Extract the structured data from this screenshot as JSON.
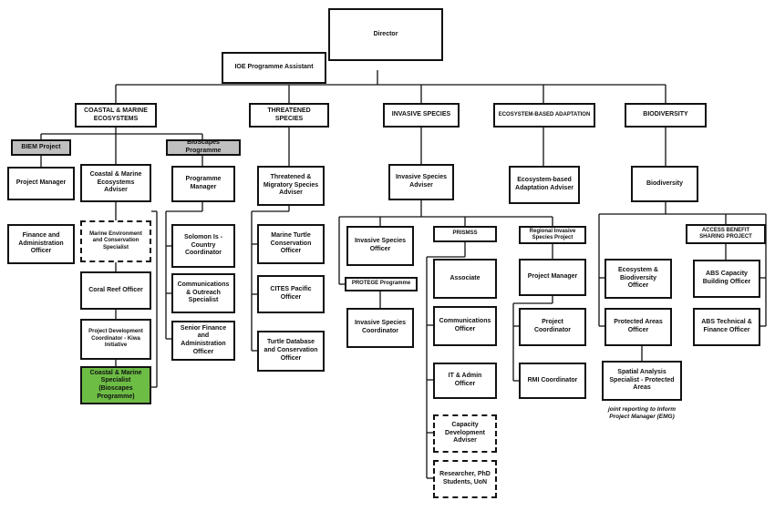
{
  "nodes": {
    "director": "Director",
    "ioe_assistant": "IOE Programme Assistant",
    "coastal_marine": "COASTAL & MARINE ECOSYSTEMS",
    "threatened_species": "THREATENED SPECIES",
    "invasive_species": "INVASIVE SPECIES",
    "eba": "ECOSYSTEM-BASED ADAPTATION",
    "biodiversity": "BIODIVERSITY",
    "biem_project": "BIEM Project",
    "bioscapes_programme": "BioScapes Programme",
    "biem_pm": "Project Manager",
    "finance_admin_officer": "Finance and Administration Officer",
    "cm_adviser": "Coastal & Marine Ecosystems Adviser",
    "marine_env_specialist": "Marine Environment and Conservation Specialist",
    "coral_reef_officer": "Coral Reef Officer",
    "pdc_kiwa": "Project Development Coordinator - Kiwa Initiative",
    "cm_specialist_bioscapes": "Coastal & Marine Specialist (Bioscapes Programme)",
    "programme_manager": "Programme Manager",
    "solomon_coordinator": "Solomon Is - Country Coordinator",
    "comms_outreach": "Communications & Outreach Specialist",
    "senior_finance": "Senior Finance and Administration Officer",
    "tms_adviser": "Threatened & Migratory Species Adviser",
    "marine_turtle_officer": "Marine Turtle Conservation Officer",
    "cites_officer": "CITES Pacific Officer",
    "turtle_db_officer": "Turtle Database and Conservation Officer",
    "is_adviser": "Invasive Species Adviser",
    "is_officer": "Invasive Species Officer",
    "protege": "PROTEGE Programme",
    "is_coordinator": "Invasive Species Coordinator",
    "prismss": "PRISMSS",
    "associate": "Associate",
    "comms_officer": "Communications Officer",
    "it_admin": "IT & Admin Officer",
    "capacity_adviser": "Capacity Development Adviser",
    "researcher": "Researcher, PhD Students, UoN",
    "ris_project": "Regional Invasive Species Project",
    "ris_pm": "Project Manager",
    "ris_coordinator": "Project Coordinator",
    "rmi_coordinator": "RMI Coordinator",
    "eba_adviser": "Ecosystem-based Adaptation Adviser",
    "bio_node": "Biodiversity",
    "eco_bio_officer": "Ecosystem & Biodiversity Officer",
    "pa_officer": "Protected Areas Officer",
    "spatial_specialist": "Spatial Analysis Specialist - Protected Areas",
    "abs_project": "ACCESS BENEFIT SHARING PROJECT",
    "abs_capacity": "ABS Capacity Building Officer",
    "abs_tech_finance": "ABS Technical & Finance Officer"
  },
  "note": "joint reporting to Inform Project Manager (EMG)",
  "colors": {
    "highlight_green": "#6dbd45",
    "project_grey": "#bfbfbf",
    "line": "#111111"
  }
}
